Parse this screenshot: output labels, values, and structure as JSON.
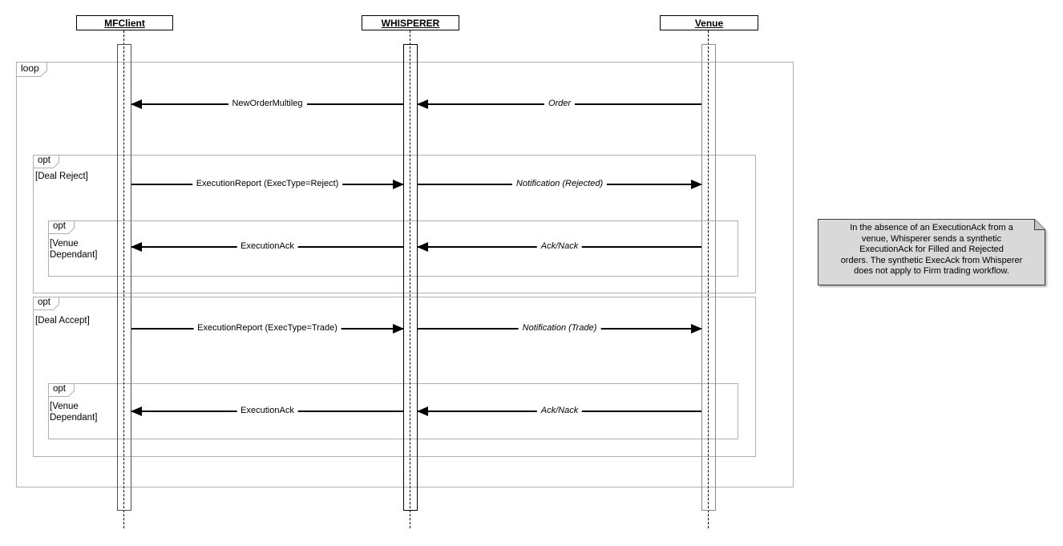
{
  "actors": [
    {
      "name": "MFClient"
    },
    {
      "name": "WHISPERER"
    },
    {
      "name": "Venue"
    }
  ],
  "frames": {
    "loop": {
      "operator": "loop"
    },
    "deal_reject": {
      "operator": "opt",
      "guard": "[Deal Reject]"
    },
    "venue_dependant_1": {
      "operator": "opt",
      "guard": "[Venue\nDependant]"
    },
    "deal_accept": {
      "operator": "opt",
      "guard": "[Deal Accept]"
    },
    "venue_dependant_2": {
      "operator": "opt",
      "guard": "[Venue\nDependant]"
    }
  },
  "messages": [
    {
      "label": "NewOrderMultileg",
      "from": "WHISPERER",
      "to": "MFClient",
      "style": "plain"
    },
    {
      "label": "Order",
      "from": "Venue",
      "to": "WHISPERER",
      "style": "italic"
    },
    {
      "label": "ExecutionReport (ExecType=Reject)",
      "from": "MFClient",
      "to": "WHISPERER",
      "style": "plain"
    },
    {
      "label": "Notification (Rejected)",
      "from": "WHISPERER",
      "to": "Venue",
      "style": "italic"
    },
    {
      "label": "ExecutionAck",
      "from": "WHISPERER",
      "to": "MFClient",
      "style": "plain"
    },
    {
      "label": "Ack/Nack",
      "from": "Venue",
      "to": "WHISPERER",
      "style": "italic"
    },
    {
      "label": "ExecutionReport (ExecType=Trade)",
      "from": "MFClient",
      "to": "WHISPERER",
      "style": "plain"
    },
    {
      "label": "Notification (Trade)",
      "from": "WHISPERER",
      "to": "Venue",
      "style": "italic"
    },
    {
      "label": "ExecutionAck",
      "from": "WHISPERER",
      "to": "MFClient",
      "style": "plain"
    },
    {
      "label": "Ack/Nack",
      "from": "Venue",
      "to": "WHISPERER",
      "style": "italic"
    }
  ],
  "note": {
    "text": "In the absence of an ExecutionAck from a\nvenue, Whisperer sends a synthetic\nExecutionAck for Filled and Rejected\norders. The synthetic ExecAck from Whisperer\ndoes not apply to Firm trading workflow."
  },
  "colors": {
    "note_fill": "#d9d9d9",
    "frame_border": "#b0b0b0",
    "message_line": "#000000"
  }
}
